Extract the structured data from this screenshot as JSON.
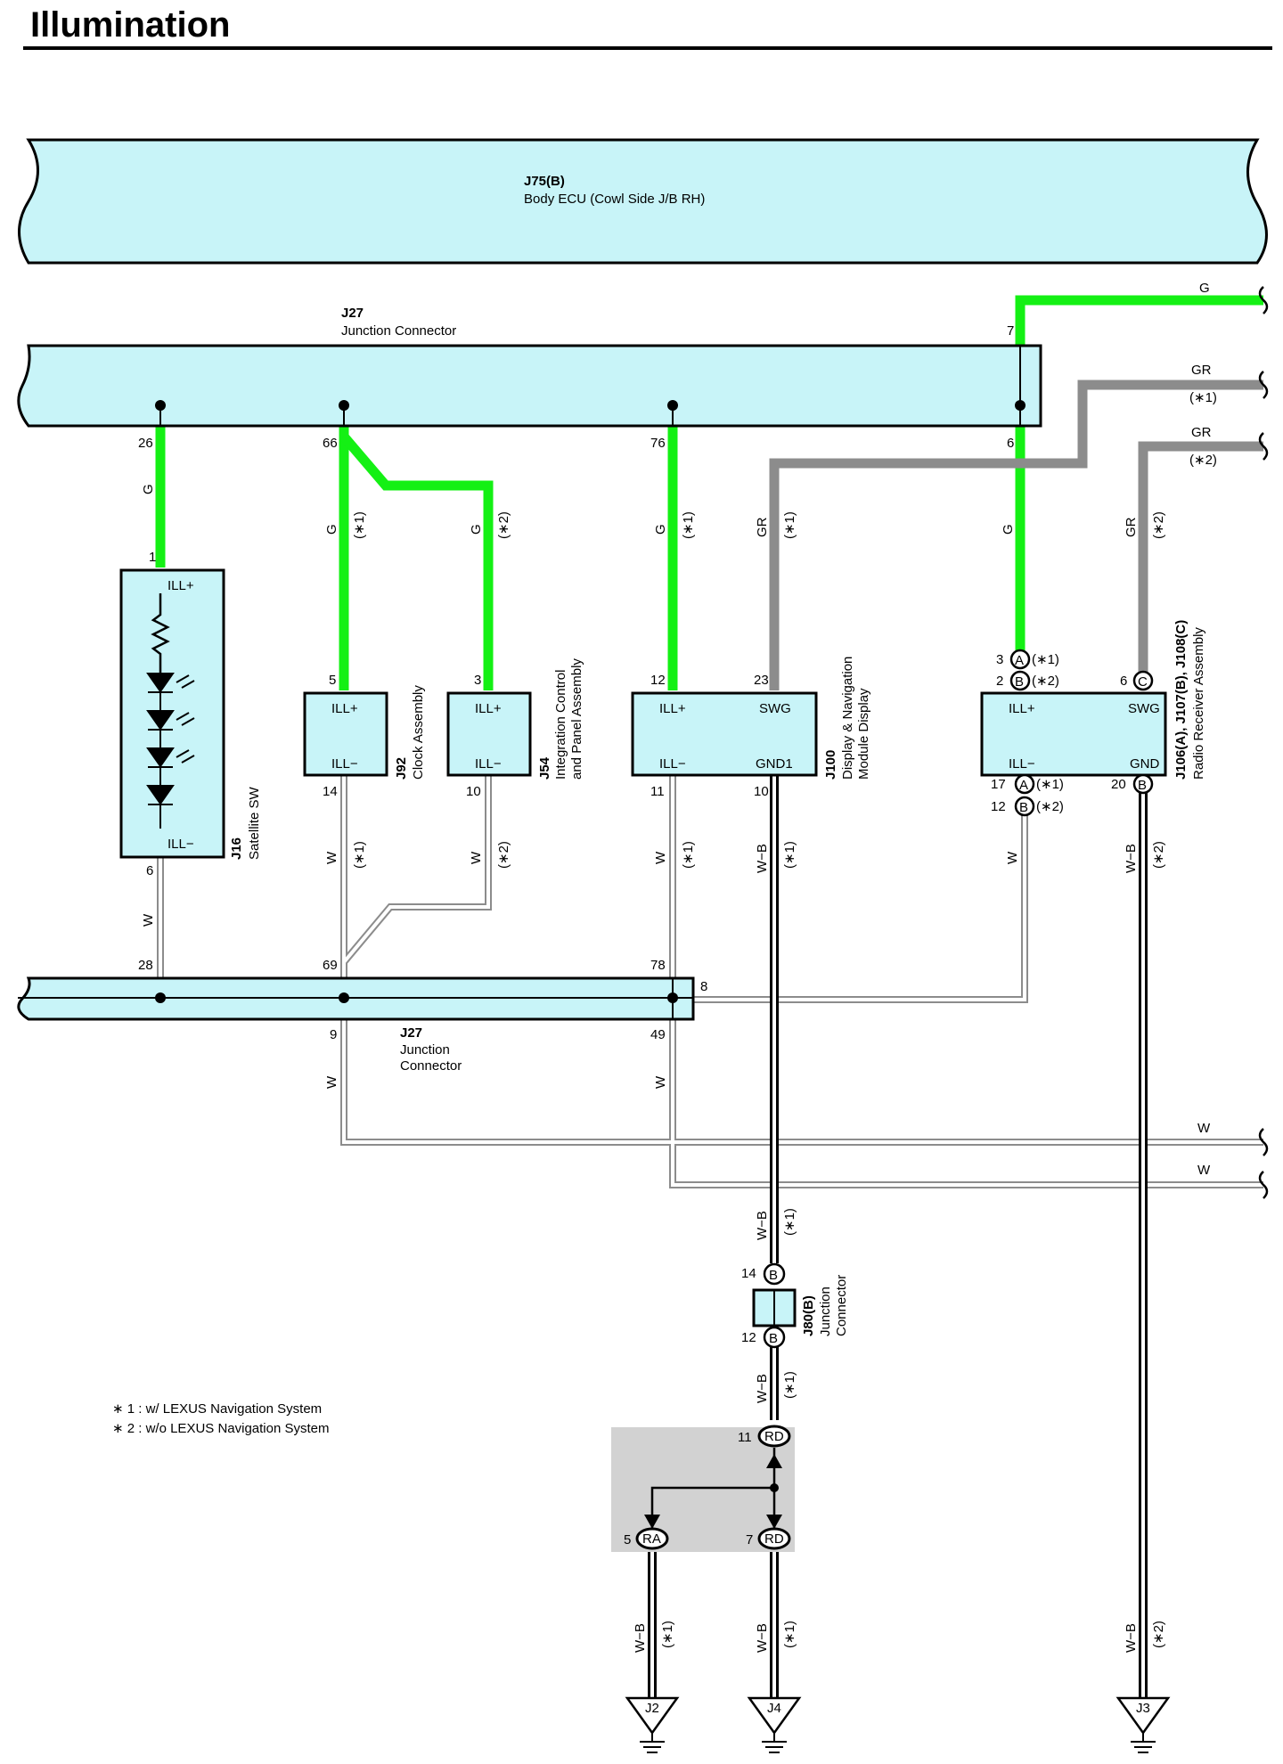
{
  "title": "Illumination",
  "colors": {
    "green_wire": "#14f014",
    "gray_wire": "#8c8c8c",
    "box_fill": "#c8f4f8",
    "splice_fill": "#d2d2d2"
  },
  "blocks": {
    "body_ecu": {
      "id": "J75(B)",
      "name": "Body ECU (Cowl Side J/B RH)"
    },
    "jc_top": {
      "id": "J27",
      "name": "Junction Connector",
      "pins": [
        "26",
        "66",
        "76",
        "6",
        "7"
      ]
    },
    "jc_bottom": {
      "id": "J27",
      "name1": "Junction",
      "name2": "Connector",
      "pins": [
        "28",
        "69",
        "78",
        "8",
        "9",
        "49"
      ]
    },
    "satellite": {
      "id": "J16",
      "name": "Satellite SW",
      "t1": "ILL+",
      "t2": "ILL−",
      "pin_top": "1",
      "pin_bot": "6"
    },
    "clock": {
      "id": "J92",
      "name": "Clock Assembly",
      "t1": "ILL+",
      "t2": "ILL−",
      "pin_top": "5",
      "pin_bot": "14"
    },
    "integ": {
      "id": "J54",
      "name1": "Integration Control",
      "name2": "and Panel Assembly",
      "t1": "ILL+",
      "t2": "ILL−",
      "pin_top": "3",
      "pin_bot": "10"
    },
    "display": {
      "id": "J100",
      "name1": "Display & Navigation",
      "name2": "Module Display",
      "t1": "ILL+",
      "t2": "SWG",
      "t3": "ILL−",
      "t4": "GND1",
      "p1": "12",
      "p2": "23",
      "p3": "11",
      "p4": "10"
    },
    "radio": {
      "id": "J106(A), J107(B), J108(C)",
      "name": "Radio Receiver Assembly",
      "t1": "ILL+",
      "t2": "SWG",
      "t3": "ILL−",
      "t4": "GND",
      "p_ill_a": "3",
      "p_ill_b": "2",
      "p_swg": "6",
      "p_illm_a": "17",
      "p_illm_b": "12",
      "p_gnd": "20",
      "c_a": "A",
      "c_b": "B",
      "c_c": "C",
      "n1": "(∗1)",
      "n2": "(∗2)"
    },
    "j80": {
      "id": "J80(B)",
      "name1": "Junction",
      "name2": "Connector",
      "p_top": "14",
      "p_bot": "12",
      "conn": "B"
    },
    "splice": {
      "p_in": "11",
      "p_l": "5",
      "p_r": "7",
      "c_in": "RD",
      "c_l": "RA",
      "c_r": "RD"
    }
  },
  "wire_labels": {
    "G": "G",
    "GR": "GR",
    "W": "W",
    "WB": "W−B",
    "n1": "(∗1)",
    "n2": "(∗2)"
  },
  "grounds": [
    "J2",
    "J4",
    "J3"
  ],
  "notes": [
    "∗ 1 : w/ LEXUS Navigation System",
    "∗ 2 : w/o LEXUS Navigation System"
  ]
}
